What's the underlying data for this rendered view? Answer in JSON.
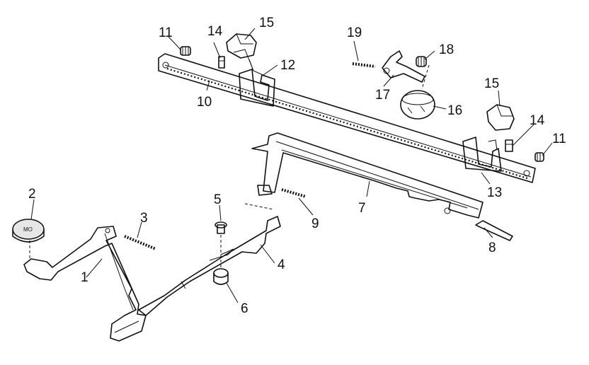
{
  "callouts": {
    "c1": "1",
    "c2": "2",
    "c3": "3",
    "c4": "4",
    "c5": "5",
    "c6": "6",
    "c7": "7",
    "c8": "8",
    "c9": "9",
    "c10": "10",
    "c11a": "11",
    "c11b": "11",
    "c12": "12",
    "c13": "13",
    "c14a": "14",
    "c14b": "14",
    "c15a": "15",
    "c15b": "15",
    "c16": "16",
    "c17": "17",
    "c18": "18",
    "c19": "19"
  },
  "knob_stamp": "MO"
}
